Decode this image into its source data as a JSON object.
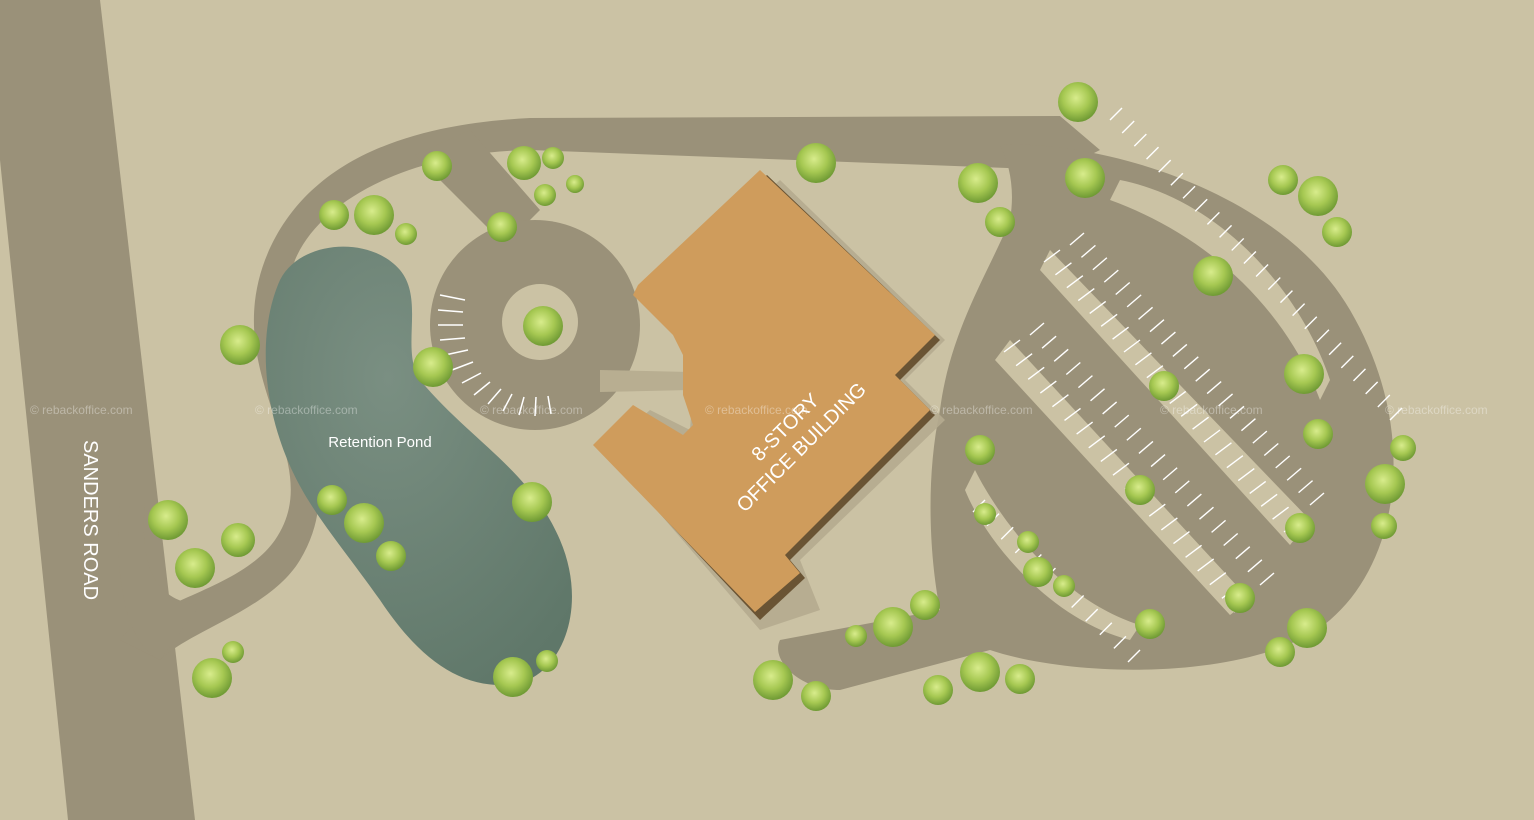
{
  "map": {
    "road_label": "SANDERS ROAD",
    "pond_label": "Retention Pond",
    "building_label_line1": "8-STORY",
    "building_label_line2": "OFFICE BUILDING",
    "watermark": "© rebackoffice.com"
  },
  "colors": {
    "ground": "#cbc2a4",
    "pavement": "#9a9179",
    "pond": "#6d8377",
    "building": "#cf9c5c",
    "building_shadow": "#6a5434",
    "tree": "#9cc24c",
    "stripe": "#ffffff"
  }
}
